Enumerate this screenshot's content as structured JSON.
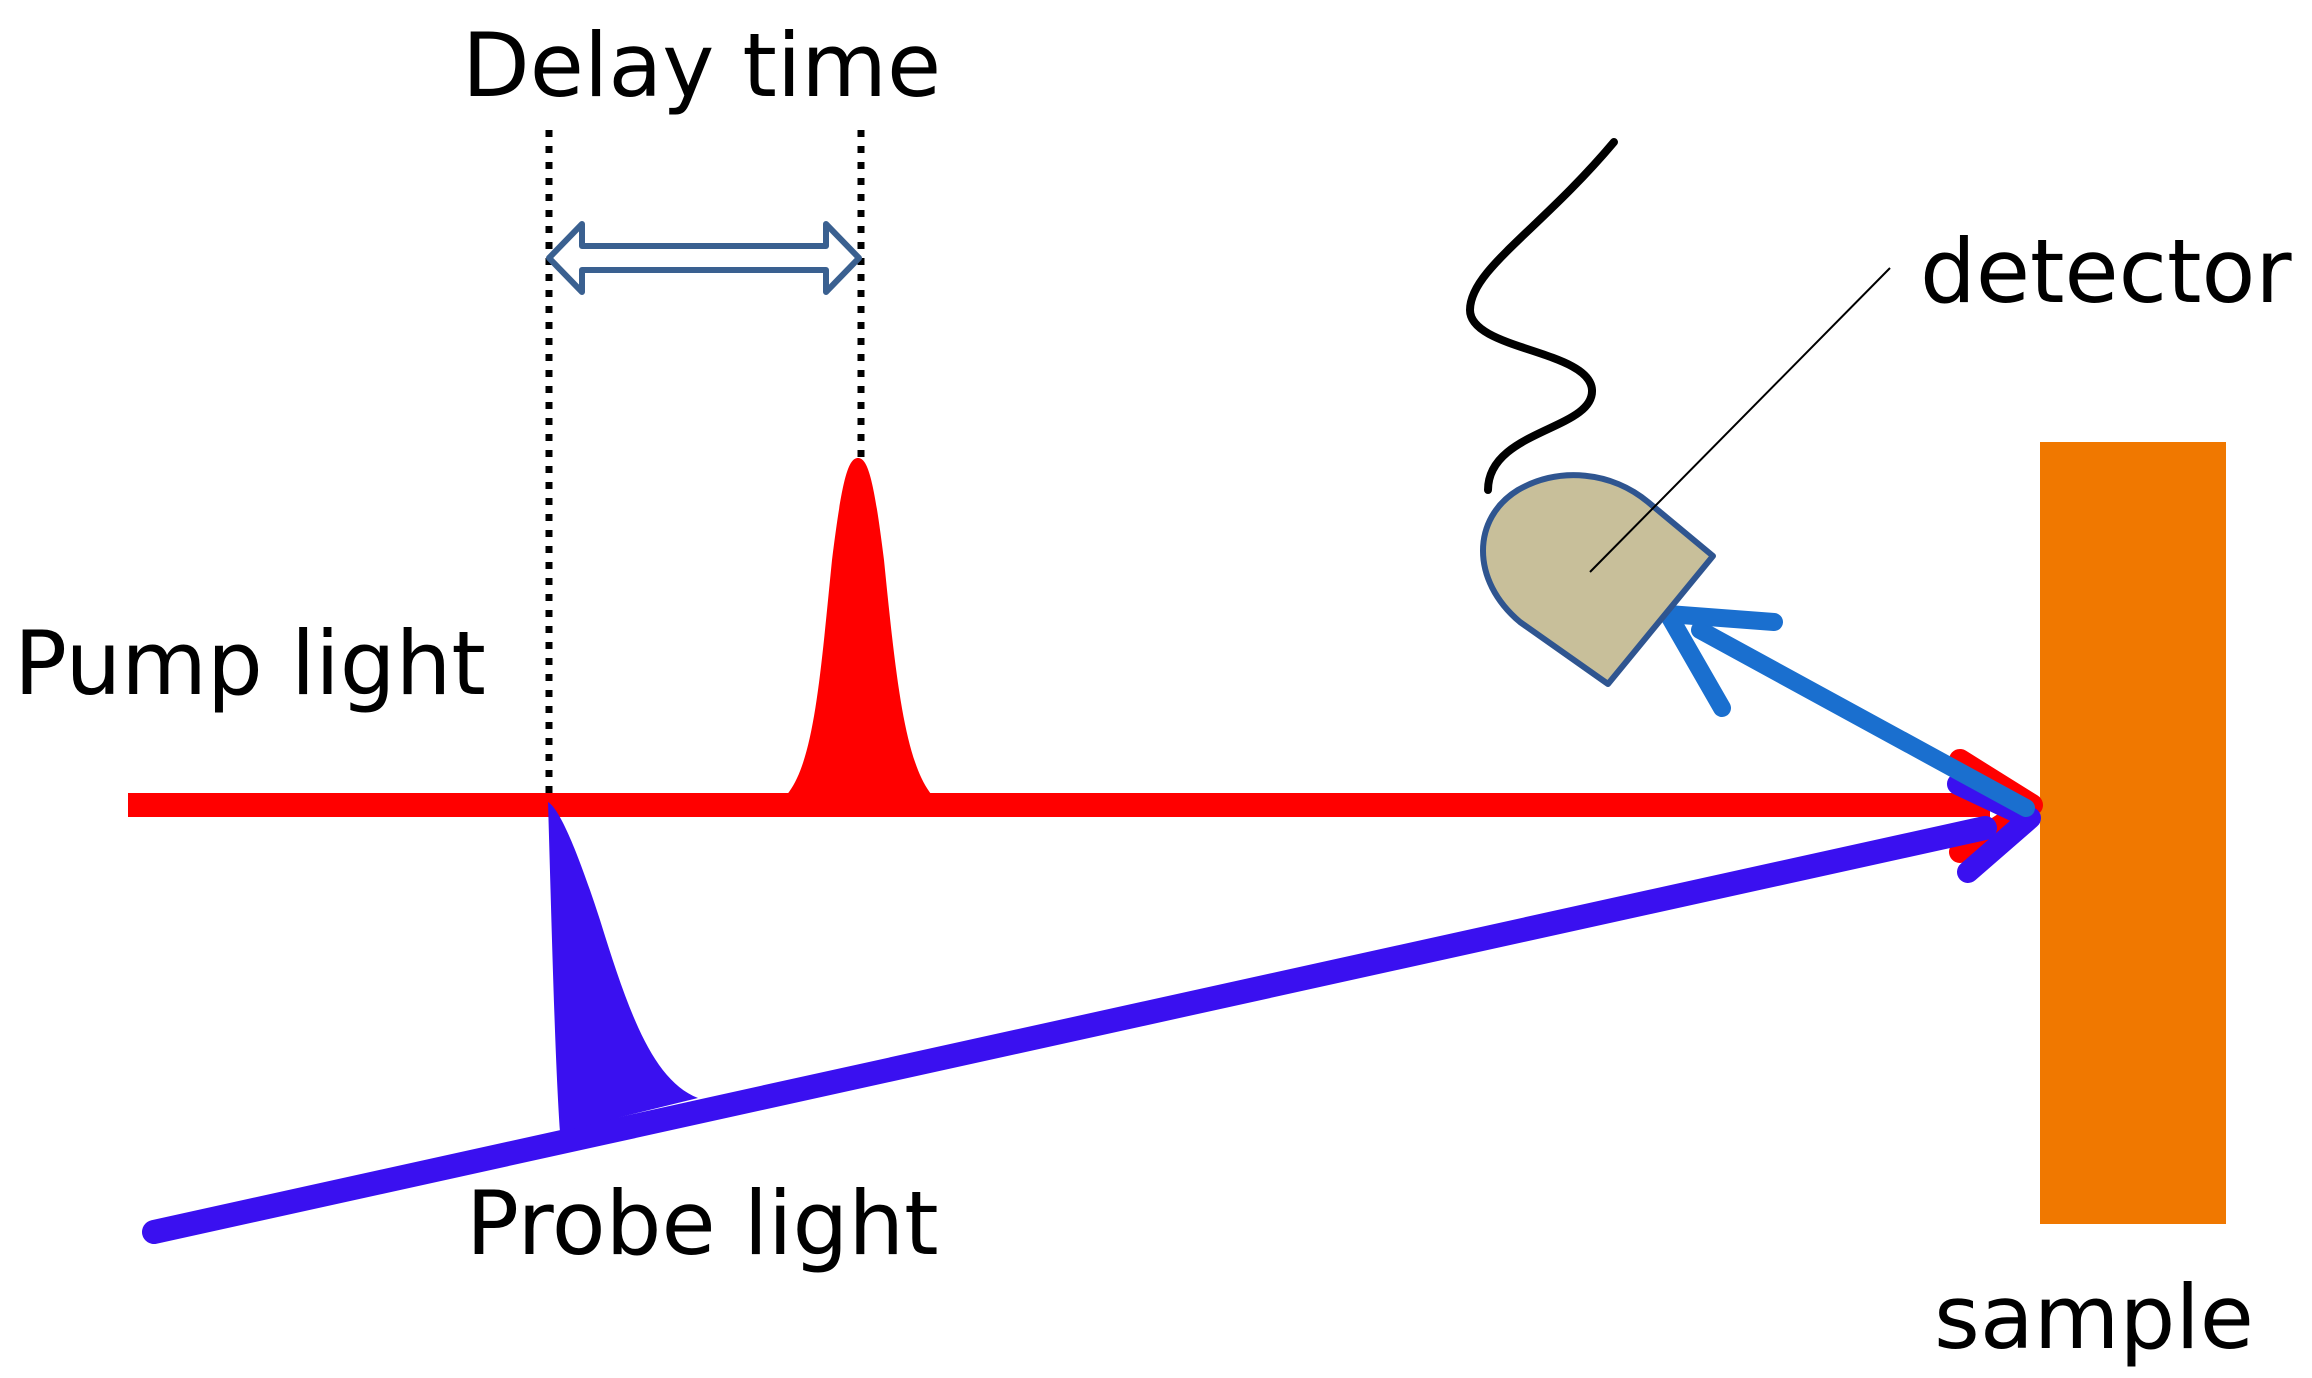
{
  "labels": {
    "delay_time": "Delay time",
    "pump_light": "Pump light",
    "probe_light": "Probe light",
    "detector": "detector",
    "sample": "sample"
  },
  "colors": {
    "pump": "#ff0000",
    "probe": "#3a10f0",
    "reflected": "#1a6fcf",
    "sample": "#f07800",
    "detector_body": "#c8bf9a",
    "detector_outline": "#2f5590",
    "delay_arrow": "#3a6090",
    "marker_lines": "#000000"
  },
  "icons": {
    "detector": "photodetector-icon",
    "sample": "sample-slab-icon",
    "delay_arrow": "double-arrow-icon"
  }
}
